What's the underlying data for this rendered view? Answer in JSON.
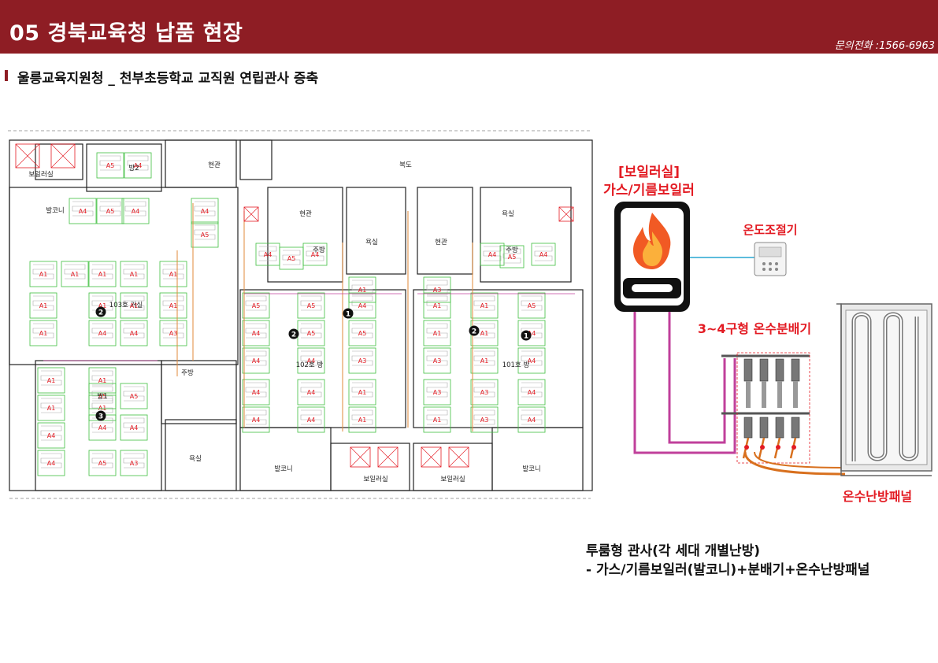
{
  "header": {
    "title": "05 경북교육청 납품 현장",
    "phone": "문의전화 :1566-6963"
  },
  "subtitle": "울릉교육지원청 _ 천부초등학교 교직원 연립관사 증축",
  "plan": {
    "room_labels": [
      "보일러실",
      "발코니",
      "방2",
      "현관",
      "복도",
      "현관",
      "욕실",
      "욕실",
      "현관",
      "주방",
      "주방",
      "103호 거실",
      "102호 방",
      "101호 방",
      "방1",
      "주방",
      "욕실",
      "발코니",
      "보일러실",
      "보일러실",
      "발코니"
    ],
    "panel_labels": [
      "A5",
      "A4",
      "A4",
      "A5",
      "A4",
      "A4",
      "A5",
      "A4",
      "A5",
      "A4",
      "A4",
      "A5",
      "A4",
      "A1",
      "A1",
      "A1",
      "A1",
      "A1",
      "A1",
      "A1",
      "A1",
      "A1",
      "A1",
      "A4",
      "A4",
      "A3",
      "A1",
      "A1",
      "A1",
      "A1",
      "A5",
      "A4",
      "A4",
      "A4",
      "A4",
      "A5",
      "A5",
      "A4",
      "A4",
      "A4",
      "A4",
      "A5",
      "A3",
      "A1",
      "A1",
      "A1",
      "A1",
      "A3",
      "A3",
      "A1",
      "A1",
      "A1",
      "A1",
      "A3",
      "A3",
      "A5",
      "A4",
      "A4",
      "A4",
      "A4",
      "A5",
      "A5",
      "A4",
      "A4",
      "A4",
      "A4",
      "A5",
      "A3",
      "A1",
      "A3"
    ],
    "zone_markers": [
      "2",
      "1",
      "2",
      "2",
      "1",
      "3"
    ]
  },
  "diagram": {
    "boiler_room_label": "[보일러실]",
    "boiler_type_label": "가스/기름보일러",
    "thermostat_label": "온도조절기",
    "distributor_label": "3~4구형 온수분배기",
    "panel_label": "온수난방패널",
    "colors": {
      "accent_red": "#e31b23",
      "pipe_magenta": "#c0409b",
      "pipe_orange": "#d8701e",
      "link_cyan": "#27a6d0"
    }
  },
  "caption": {
    "line1": "투룸형 관사(각 세대 개별난방)",
    "line2": "- 가스/기름보일러(발코니)+분배기+온수난방패널"
  }
}
